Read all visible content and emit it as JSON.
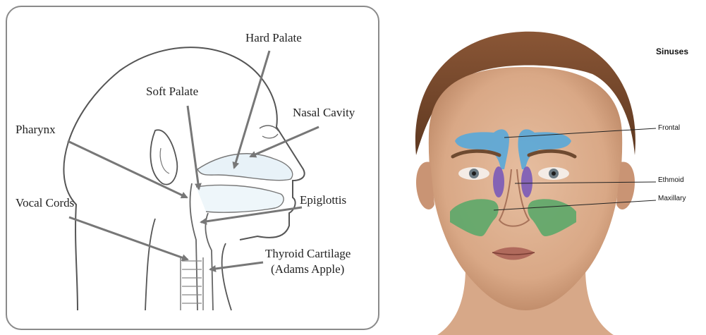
{
  "throat_diagram": {
    "labels": {
      "hard_palate": "Hard Palate",
      "soft_palate": "Soft Palate",
      "nasal_cavity": "Nasal Cavity",
      "pharynx": "Pharynx",
      "epiglottis": "Epiglottis",
      "vocal_cords": "Vocal Cords",
      "thyroid_cartilage": "Thyroid Cartilage",
      "adams_apple": "(Adams Apple)"
    }
  },
  "sinus_diagram": {
    "title": "Sinuses",
    "labels": {
      "frontal": "Frontal",
      "ethmoid": "Ethmoid",
      "maxillary": "Maxillary"
    },
    "colors": {
      "frontal": "#5aa8d8",
      "ethmoid": "#7a5ab8",
      "maxillary": "#5ea86a",
      "skin": "#dcae8e",
      "hair": "#7a4a2a"
    }
  }
}
